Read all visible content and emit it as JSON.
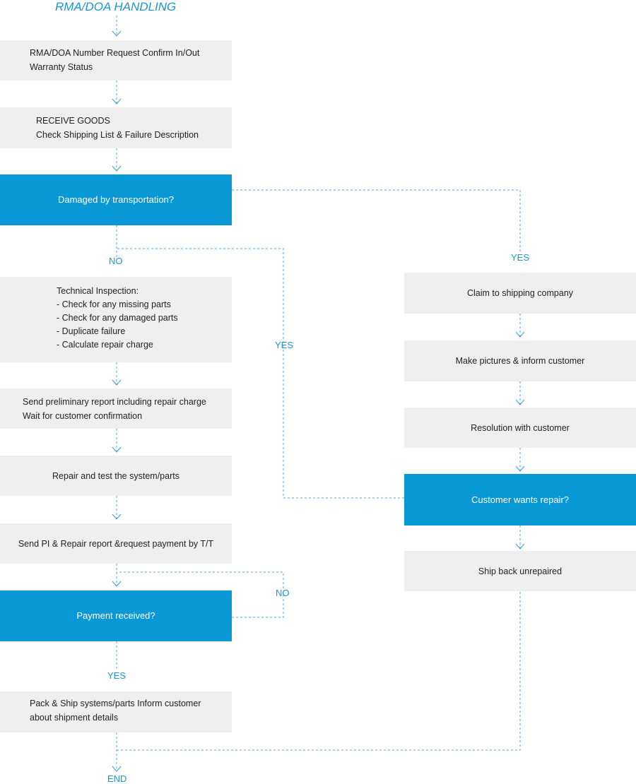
{
  "title": "RMA/DOA HANDLING",
  "colors": {
    "decision": "#0898d6",
    "step": "#efefef",
    "connector": "#4aa8dc",
    "label": "#1a96d4"
  },
  "steps": {
    "rma_request": {
      "lines": [
        "RMA/DOA Number Request Confirm In/Out",
        "Warranty Status"
      ]
    },
    "receive_goods": {
      "lines": [
        "RECEIVE GOODS",
        "Check Shipping List & Failure Description"
      ]
    },
    "technical_inspection": {
      "lines": [
        "Technical Inspection:",
        "- Check for any missing parts",
        "- Check for any damaged parts",
        "- Duplicate failure",
        "- Calculate repair charge"
      ]
    },
    "preliminary_report": {
      "lines": [
        "Send preliminary report including repair charge",
        "Wait for customer confirmation"
      ]
    },
    "repair_test": {
      "lines": [
        "Repair and test the system/parts"
      ]
    },
    "send_pi": {
      "lines": [
        "Send PI & Repair report &request payment by T/T"
      ]
    },
    "pack_ship": {
      "lines": [
        "Pack & Ship systems/parts Inform customer",
        "about shipment details"
      ]
    },
    "claim_shipping": {
      "lines": [
        "Claim to shipping company"
      ]
    },
    "make_pictures": {
      "lines": [
        "Make pictures & inform customer"
      ]
    },
    "resolution": {
      "lines": [
        "Resolution with customer"
      ]
    },
    "ship_back": {
      "lines": [
        "Ship back unrepaired"
      ]
    }
  },
  "decisions": {
    "damaged": {
      "lines": [
        "Damaged by transportation?"
      ]
    },
    "customer_repair": {
      "lines": [
        "Customer wants repair?"
      ]
    },
    "payment": {
      "lines": [
        "Payment received?"
      ]
    }
  },
  "labels": {
    "no_damaged": "NO",
    "yes_damaged": "YES",
    "yes_repair": "YES",
    "no_payment": "NO",
    "yes_payment": "YES",
    "end": "END"
  }
}
